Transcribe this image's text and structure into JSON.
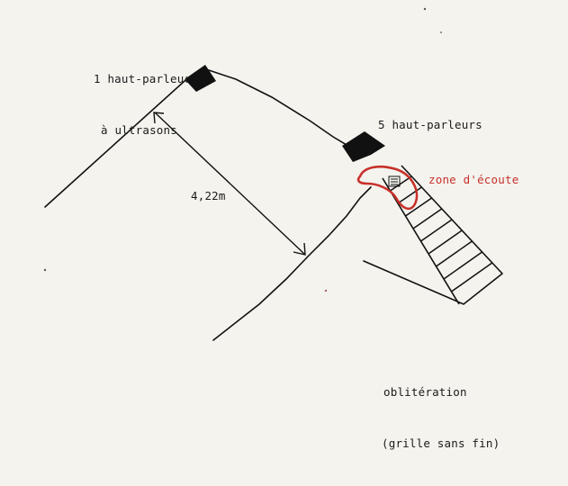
{
  "labels": {
    "speaker_one_line1": "1 haut-parleur",
    "speaker_one_line2": "à ultrasons",
    "speaker_five": "5 haut-parleurs",
    "distance": "4,22m",
    "listening_zone": "zone d'écoute",
    "obliteration_line1": "oblitération",
    "obliteration_line2": "(grille sans fin)"
  },
  "colors": {
    "ink": "#111111",
    "annotation_red": "#c8302a",
    "paper": "#f4f3ee"
  },
  "grid": {
    "rungs": 9
  }
}
